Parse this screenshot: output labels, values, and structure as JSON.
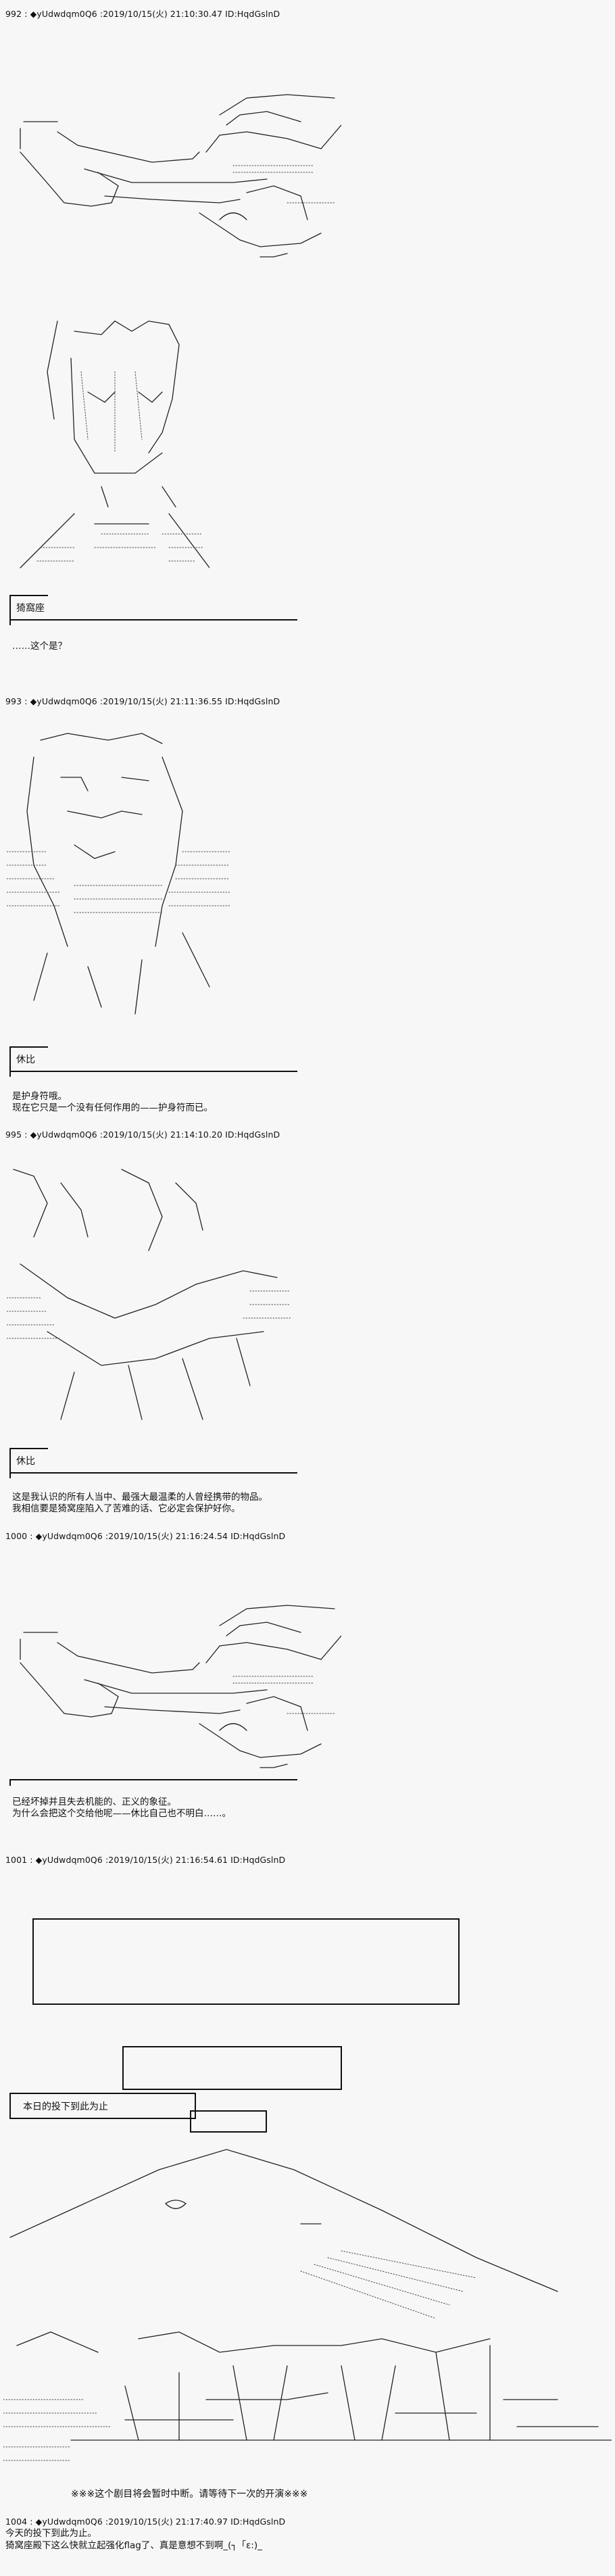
{
  "posts": [
    {
      "number": "992",
      "header": "992 : ◆yUdwdqm0Q6 :2019/10/15(火) 21:10:30.47 ID:HqdGslnD",
      "speaker": "猗窩座",
      "lines": [
        "……这个是？"
      ]
    },
    {
      "number": "993",
      "header": "993 : ◆yUdwdqm0Q6 :2019/10/15(火) 21:11:36.55 ID:HqdGslnD",
      "speaker": "休比",
      "lines": [
        "是护身符哦。",
        "现在它只是一个没有任何作用的——护身符而已。"
      ]
    },
    {
      "number": "995",
      "header": "995 : ◆yUdwdqm0Q6 :2019/10/15(火) 21:14:10.20 ID:HqdGslnD",
      "speaker": "休比",
      "lines": [
        "这是我认识的所有人当中、最强大最温柔的人曾经携带的物品。",
        "我相信要是猗窝座陷入了苦难的话、它必定会保护好你。"
      ]
    },
    {
      "number": "1000",
      "header": "1000 : ◆yUdwdqm0Q6 :2019/10/15(火) 21:16:24.54 ID:HqdGslnD",
      "lines": [
        "已经坏掉并且失去机能的、正义的象征。",
        "为什么会把这个交给他呢——休比自己也不明白……。"
      ]
    },
    {
      "number": "1001",
      "header": "1001 : ◆yUdwdqm0Q6 :2019/10/15(火) 21:16:54.61 ID:HqdGslnD",
      "box_label": "本日的投下到此为止",
      "notice": "※※※这个剧目将会暂时中断。请等待下一次的开演※※※"
    },
    {
      "number": "1004",
      "header": "1004 : ◆yUdwdqm0Q6 :2019/10/15(火) 21:17:40.97 ID:HqdGslnD",
      "lines": [
        "今天的投下到此为止。",
        "猗窝座殿下这么快就立起强化flag了、真是意想不到啊_(┐「ε:)_"
      ]
    }
  ]
}
